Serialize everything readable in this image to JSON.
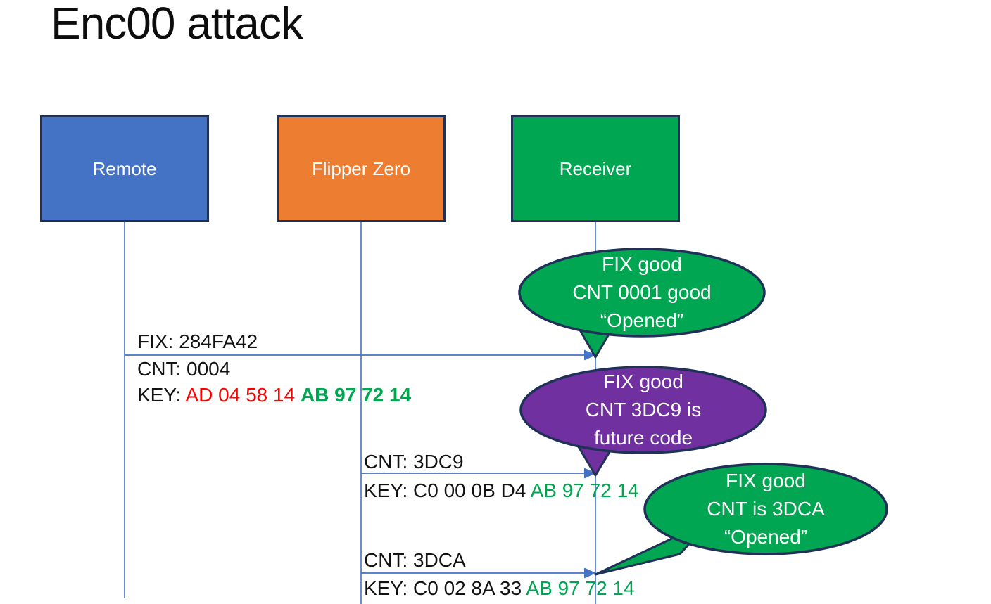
{
  "title": "Enc00 attack",
  "colors": {
    "blue": "#4472C4",
    "orange": "#ED7D31",
    "green": "#00A651",
    "purple": "#7030A0",
    "navy_border": "#1f3157",
    "line_blue": "#4472C4",
    "red_text": "#FF0000",
    "green_text": "#00A550"
  },
  "actors": [
    {
      "label": "Remote"
    },
    {
      "label": "Flipper Zero"
    },
    {
      "label": "Receiver"
    }
  ],
  "messages": {
    "m1": {
      "fix_line": "FIX: 284FA42",
      "cnt_line": "CNT: 0004",
      "key_black": "KEY: ",
      "key_red": "AD 04 58 14 ",
      "key_green": "AB 97 72 14"
    },
    "m2": {
      "cnt_line": "CNT: 3DC9",
      "key_black": "KEY: C0 00 0B D4 ",
      "key_green": "AB 97 72 14"
    },
    "m3": {
      "cnt_line": "CNT: 3DCA",
      "key_black": "KEY: C0 02 8A 33 ",
      "key_green": "AB 97 72 14"
    }
  },
  "callouts": {
    "c1": {
      "lines": [
        "FIX good",
        "CNT 0001 good",
        "“Opened”"
      ]
    },
    "c2": {
      "lines": [
        "FIX good",
        "CNT 3DC9 is",
        "future code"
      ]
    },
    "c3": {
      "lines": [
        "FIX good",
        "CNT is 3DCA",
        "“Opened”"
      ]
    }
  }
}
